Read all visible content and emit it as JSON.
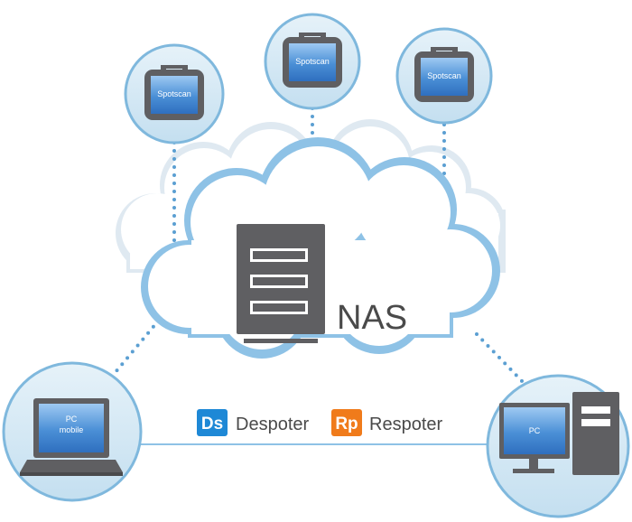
{
  "server": {
    "label": "NAS"
  },
  "tablets": [
    {
      "label": "Spotscan"
    },
    {
      "label": "Spotscan"
    },
    {
      "label": "Spotscan"
    }
  ],
  "laptop": {
    "line1": "PC",
    "line2": "mobile"
  },
  "desktop": {
    "label": "PC"
  },
  "apps": [
    {
      "badge": "Ds",
      "name": "Despoter",
      "color": "#1e88d6"
    },
    {
      "badge": "Rp",
      "name": "Respoter",
      "color": "#f07b1b"
    }
  ],
  "colors": {
    "circle_fill": "#cfe5f2",
    "circle_stroke": "#7fb8dd",
    "cloud_outline": "#8ec2e6",
    "dots": "#5b9fd2",
    "device": "#5f5f62",
    "screen": "#4a8fd6"
  }
}
